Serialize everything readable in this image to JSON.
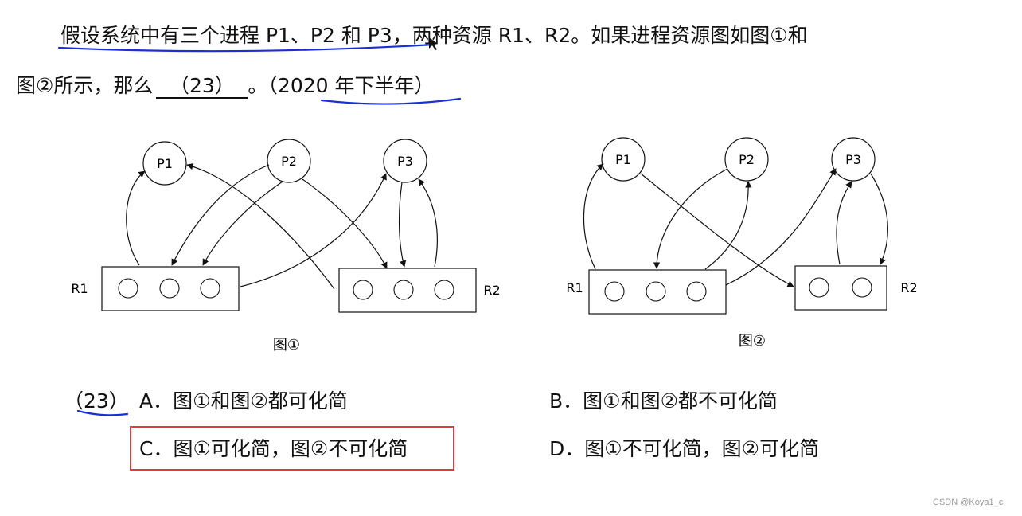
{
  "question": {
    "line1": "假设系统中有三个进程 P1、P2 和 P3，两种资源 R1、R2。如果进程资源图如图①和",
    "line2_before": "图②所示，那么",
    "blank": "（23）",
    "line2_after": "。（2020 年下半年）"
  },
  "diagram1": {
    "caption": "图①",
    "processes": [
      "P1",
      "P2",
      "P3"
    ],
    "resources": [
      "R1",
      "R2"
    ]
  },
  "diagram2": {
    "caption": "图②",
    "processes": [
      "P1",
      "P2",
      "P3"
    ],
    "resources": [
      "R1",
      "R2"
    ]
  },
  "options": {
    "number": "（23）",
    "A": "A．图①和图②都可化简",
    "B": "B．图①和图②都不可化简",
    "C": "C．图①可化简，图②不可化简",
    "D": "D．图①不可化简，图②可化简"
  },
  "highlight_color": "#e03a3a",
  "ink_color": "#1a2fd6",
  "watermark": "CSDN @Koya1_c"
}
